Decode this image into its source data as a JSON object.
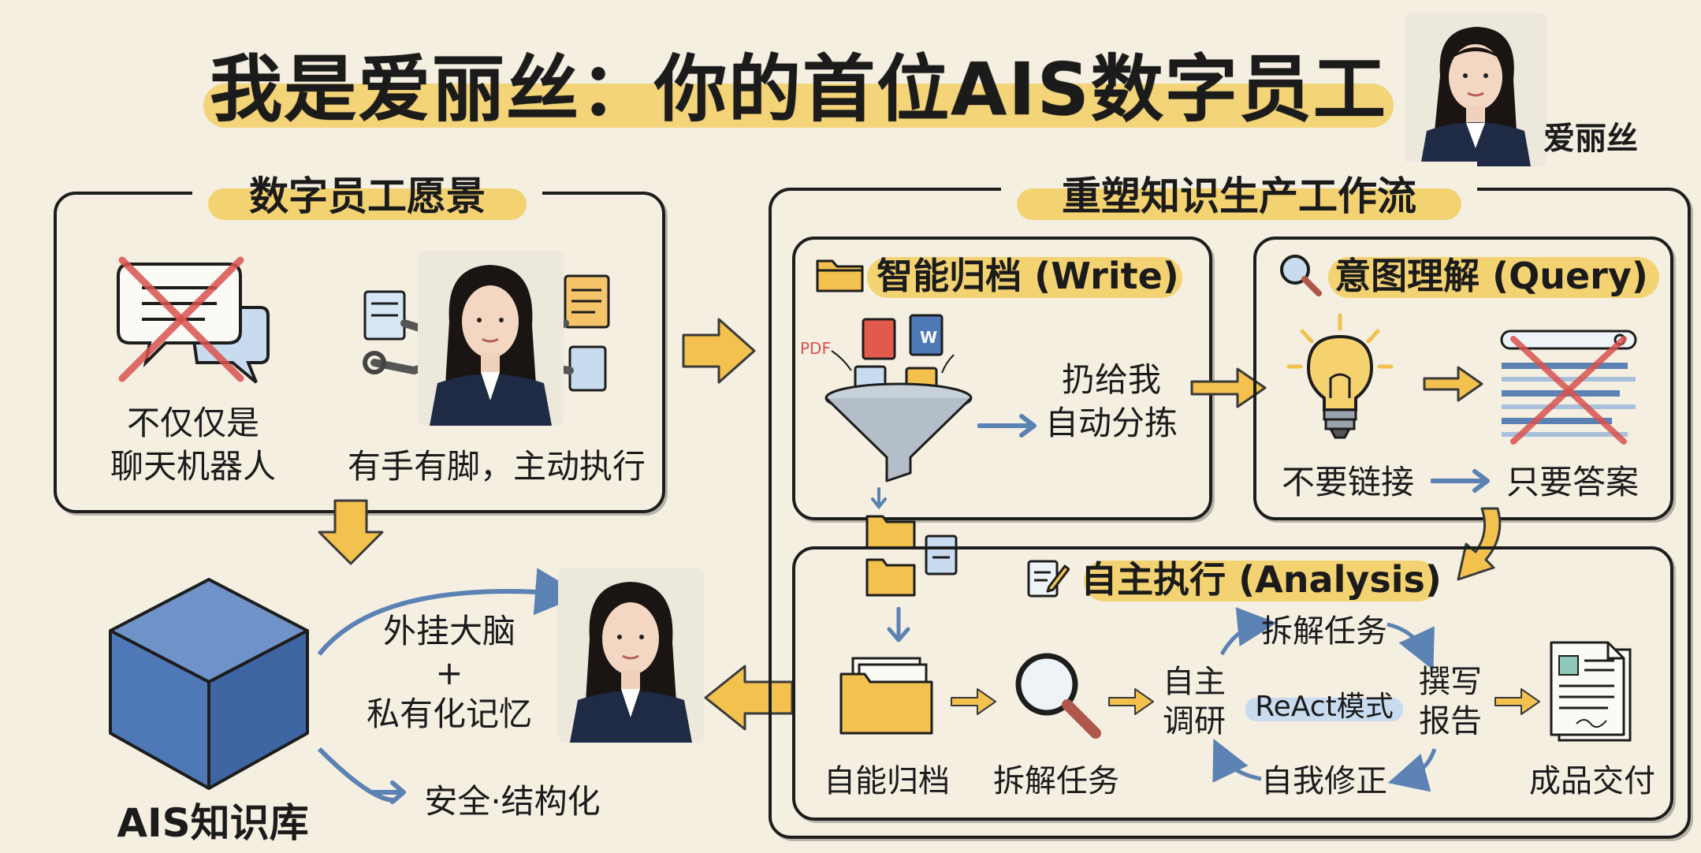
{
  "title": "我是爱丽丝：你的首位AIS数字员工",
  "avatar_name": "爱丽丝",
  "vision": {
    "title": "数字员工愿景",
    "not_chatbot": "不仅仅是\n聊天机器人",
    "active_exec": "有手有脚，主动执行"
  },
  "knowledge": {
    "name": "AIS知识库",
    "brain": "外挂大脑\n+\n私有化记忆",
    "secure": "安全·结构化"
  },
  "workflow": {
    "title": "重塑知识生产工作流",
    "write": {
      "label": "智能归档 (Write)",
      "pdf": "PDF",
      "sort": "扔给我\n自动分拣"
    },
    "query": {
      "label": "意图理解 (Query)",
      "no_links": "不要链接",
      "answer": "只要答案"
    },
    "analysis": {
      "label": "自主执行 (Analysis)",
      "archive": "自能归档",
      "decompose": "拆解任务",
      "research": "自主\n调研",
      "loop_top": "拆解任务",
      "react": "ReAct模式",
      "write_report": "撰写\n报告",
      "self_correct": "自我修正",
      "deliver": "成品交付"
    }
  },
  "colors": {
    "background": "#f4efe1",
    "highlight": "#f3d272",
    "arrow_yellow": "#f2c14e",
    "arrow_blue": "#5b82b3",
    "cross_red": "#d9534f",
    "cube_blue": "#4f78b6"
  },
  "icons": [
    "chat-bubble-icon",
    "cross-icon",
    "folder-icon",
    "magnifier-icon",
    "lightbulb-icon",
    "search-results-icon",
    "document-icon",
    "funnel-icon",
    "cube-icon",
    "edit-note-icon"
  ]
}
